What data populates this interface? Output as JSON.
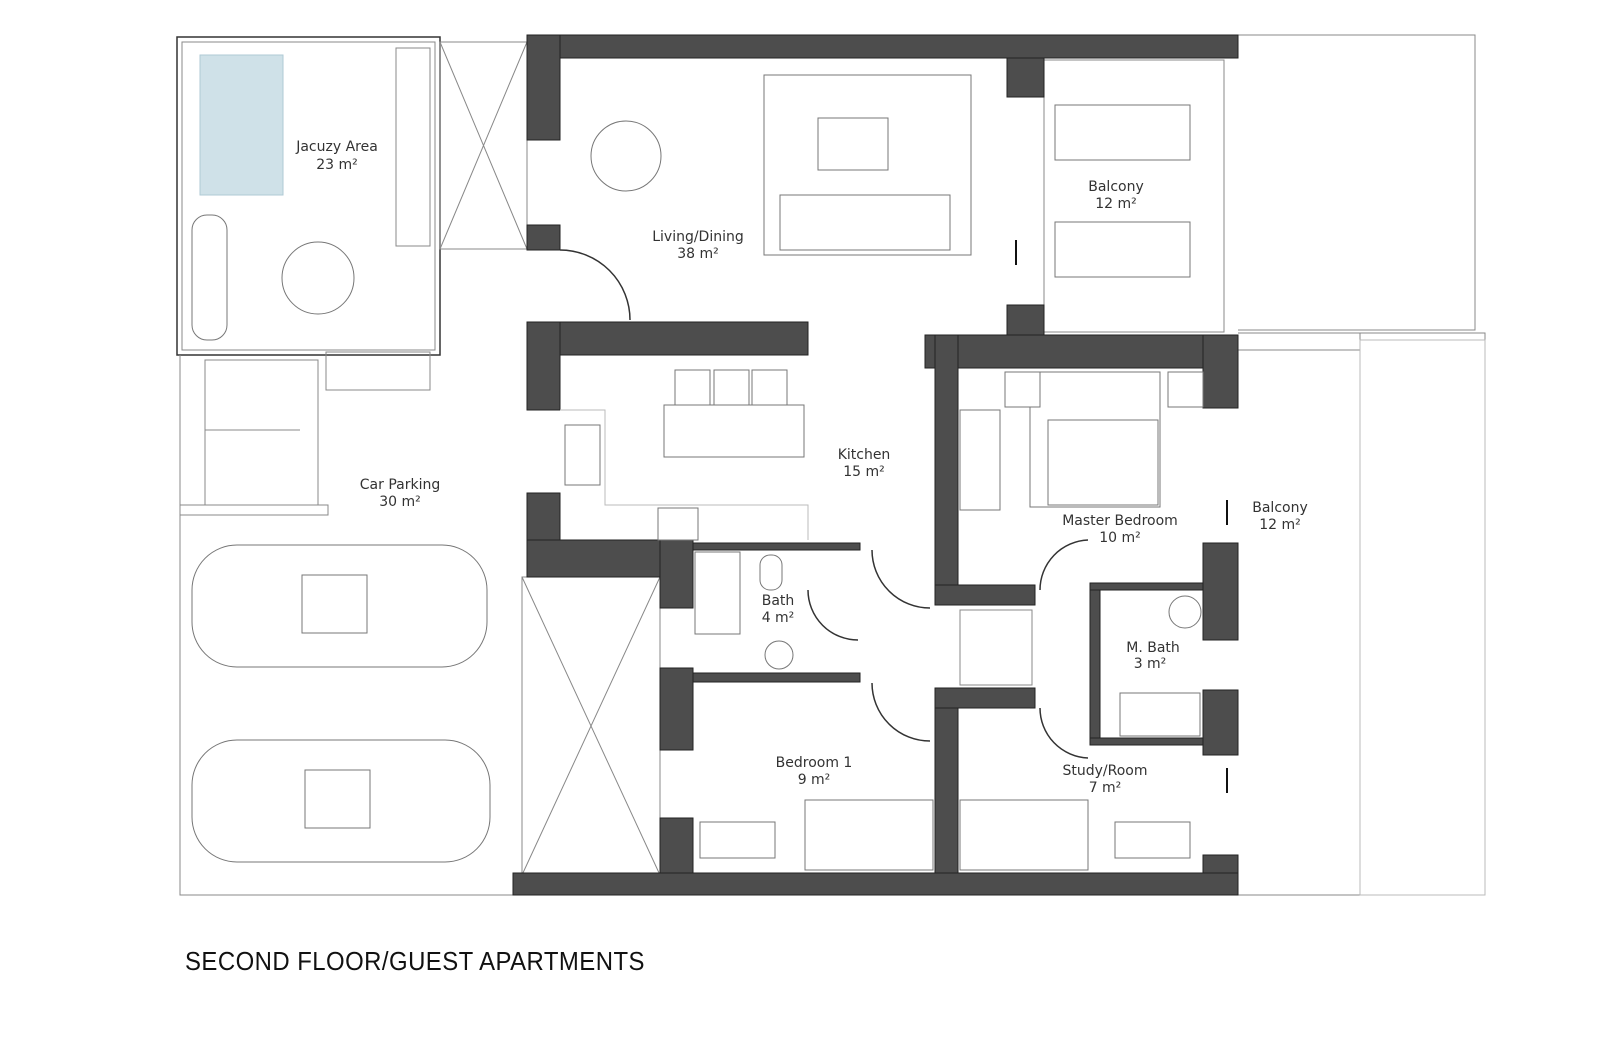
{
  "title": "SECOND FLOOR/GUEST APARTMENTS",
  "colors": {
    "wall": "#4d4d4d",
    "water": "#a9c9d6"
  },
  "rooms": [
    {
      "name": "Jacuzy Area",
      "area": "23 m²"
    },
    {
      "name": "Living/Dining",
      "area": "38 m²"
    },
    {
      "name": "Balcony",
      "area": "12 m²"
    },
    {
      "name": "Kitchen",
      "area": "15 m²"
    },
    {
      "name": "Car Parking",
      "area": "30 m²"
    },
    {
      "name": "Master Bedroom",
      "area": "10 m²"
    },
    {
      "name": "Balcony",
      "area": "12 m²"
    },
    {
      "name": "Bath",
      "area": "4 m²"
    },
    {
      "name": "M. Bath",
      "area": "3 m²"
    },
    {
      "name": "Bedroom 1",
      "area": "9 m²"
    },
    {
      "name": "Study/Room",
      "area": "7 m²"
    }
  ]
}
